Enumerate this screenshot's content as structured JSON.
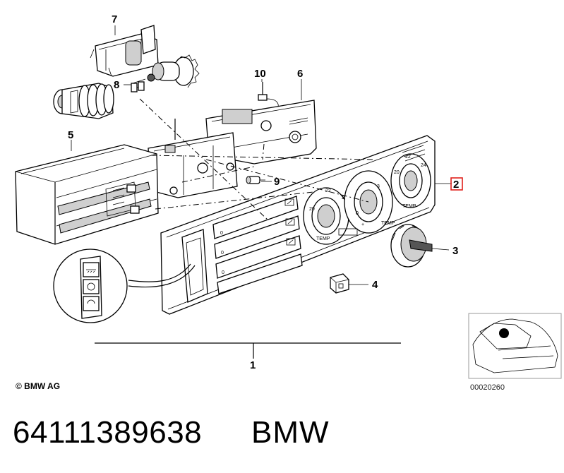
{
  "callouts": {
    "c1": "1",
    "c2": "2",
    "c3": "3",
    "c4": "4",
    "c5": "5",
    "c6": "6",
    "c7": "7",
    "c8": "8",
    "c9": "9",
    "c10": "10"
  },
  "footer": {
    "copyright": "© BMW AG",
    "reference_code": "00020260",
    "part_number": "64111389638",
    "brand": "BMW"
  },
  "colors": {
    "highlight": "#e0201b",
    "line": "#000000"
  }
}
